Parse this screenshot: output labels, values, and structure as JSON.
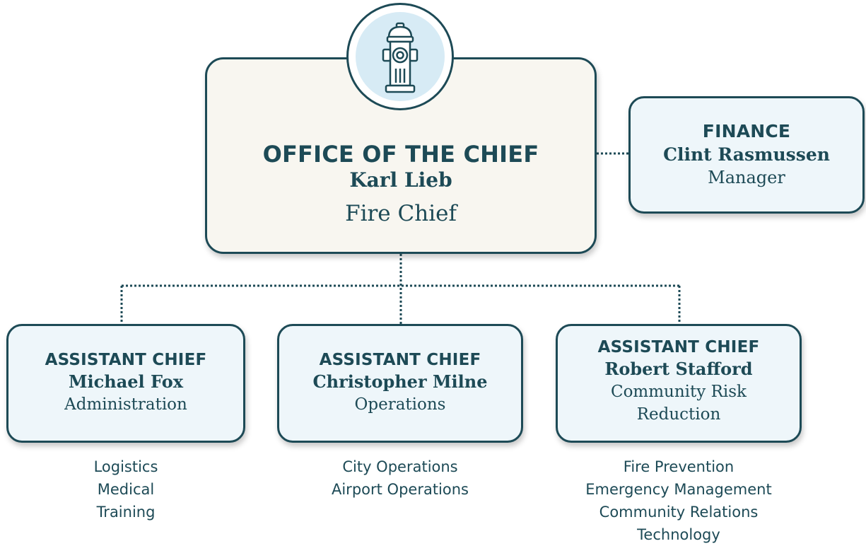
{
  "chief": {
    "heading": "OFFICE OF THE CHIEF",
    "name": "Karl Lieb",
    "role": "Fire Chief",
    "icon": "fire-hydrant-icon"
  },
  "finance": {
    "heading": "FINANCE",
    "name": "Clint Rasmussen",
    "role": "Manager"
  },
  "assistant_chiefs": [
    {
      "heading": "ASSISTANT CHIEF",
      "name": "Michael Fox",
      "role": [
        "Administration"
      ],
      "departments": [
        "Logistics",
        "Medical",
        "Training"
      ]
    },
    {
      "heading": "ASSISTANT CHIEF",
      "name": "Christopher Milne",
      "role": [
        "Operations"
      ],
      "departments": [
        "City Operations",
        "Airport Operations"
      ]
    },
    {
      "heading": "ASSISTANT CHIEF",
      "name": "Robert Stafford",
      "role": [
        "Community Risk",
        "Reduction"
      ],
      "departments": [
        "Fire Prevention",
        "Emergency Management",
        "Community Relations",
        "Technology"
      ]
    }
  ],
  "colors": {
    "primary": "#1d4a56",
    "box_fill": "#eef6fa",
    "chief_fill": "#f8f6f0",
    "emblem_fill": "#d7ebf5"
  }
}
